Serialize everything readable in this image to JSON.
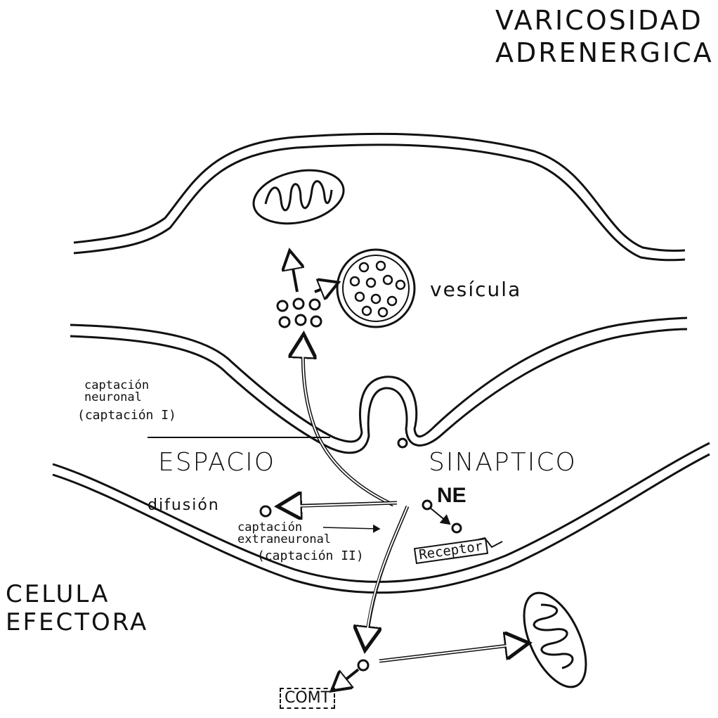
{
  "title": {
    "line1": "VARICOSIDAD",
    "line2": "ADRENERGICA"
  },
  "labels": {
    "vesicula": "vesícula",
    "captacion_neuronal_1": "captación",
    "captacion_neuronal_2": "neuronal",
    "captacion_neuronal_3": "(captación I)",
    "espacio": "ESPACIO",
    "sinaptico": "SINAPTICO",
    "ne": "NE",
    "difusion": "difusión",
    "captacion_extra_1": "captación",
    "captacion_extra_2": "extraneuronal",
    "captacion_extra_3": "(captación II)",
    "receptor": "Receptor",
    "celula": "CELULA",
    "efectora": "EFECTORA",
    "comt": "COMT"
  }
}
